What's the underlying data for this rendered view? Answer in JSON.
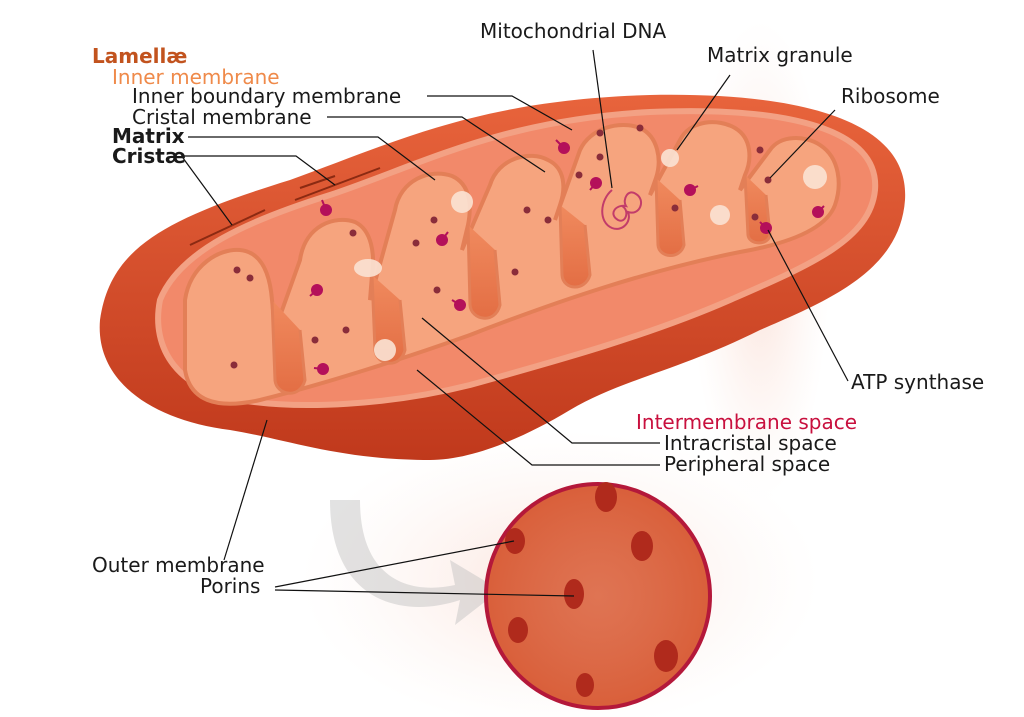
{
  "colors": {
    "outer_membrane": "#d9502a",
    "outer_membrane_dark": "#b9341a",
    "outer_rim": "#f08060",
    "matrix_fill": "#f6a47e",
    "matrix_edge": "#e37f57",
    "porin": "#b02a1c",
    "atp_synthase": "#b4105a",
    "ribosome": "#8a2d3a",
    "granule": "#fbe3d4",
    "dna": "#c23c6a",
    "lamellae_heading": "#c2531e",
    "inner_membrane_heading": "#ef8a4a",
    "intermembrane_heading": "#c8103e"
  },
  "labels": {
    "lamellae": "Lamellæ",
    "inner_membrane": "Inner membrane",
    "inner_boundary_membrane": "Inner boundary membrane",
    "cristal_membrane": "Cristal membrane",
    "matrix": "Matrix",
    "cristae": "Cristæ",
    "mitochondrial_dna": "Mitochondrial DNA",
    "matrix_granule": "Matrix granule",
    "ribosome": "Ribosome",
    "atp_synthase": "ATP synthase",
    "intermembrane_space": "Intermembrane space",
    "intracristal_space": "Intracristal space",
    "peripheral_space": "Peripheral space",
    "outer_membrane": "Outer membrane",
    "porins": "Porins"
  }
}
